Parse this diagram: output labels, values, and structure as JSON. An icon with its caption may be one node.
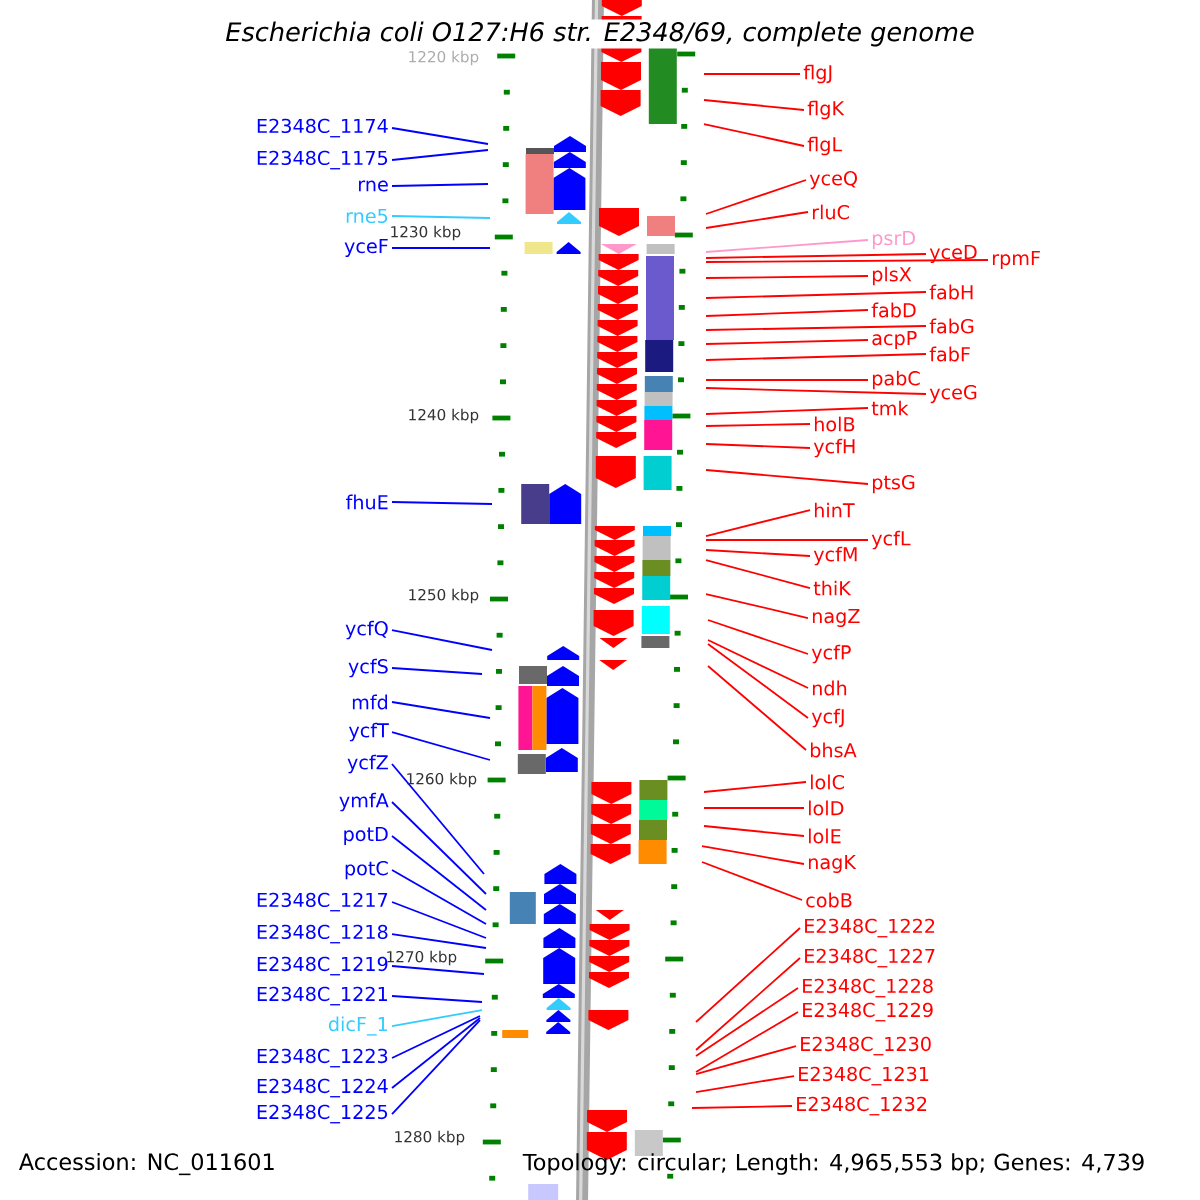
{
  "diagram": {
    "title": "Escherichia coli O127:H6 str. E2348/69, complete genome",
    "nodes": [
      {
        "text": [
          "E2348C_1174"
        ]
      },
      {
        "text": [
          "E2348C_1175"
        ]
      },
      {
        "text": [
          "rne"
        ]
      },
      {
        "text": [
          "rne5"
        ]
      },
      {
        "text": [
          "yceF"
        ]
      },
      {
        "text": [
          "fhuE"
        ]
      },
      {
        "text": [
          "ycfQ"
        ]
      },
      {
        "text": [
          "ycfS"
        ]
      },
      {
        "text": [
          "mfd"
        ]
      },
      {
        "text": [
          "ycfT"
        ]
      },
      {
        "text": [
          "ycfZ"
        ]
      },
      {
        "text": [
          "ymfA"
        ]
      },
      {
        "text": [
          "potD"
        ]
      },
      {
        "text": [
          "potC"
        ]
      },
      {
        "text": [
          "E2348C_1217"
        ]
      },
      {
        "text": [
          "E2348C_1218"
        ]
      },
      {
        "text": [
          "E2348C_1219"
        ]
      },
      {
        "text": [
          "E2348C_1221"
        ]
      },
      {
        "text": [
          "dicF_1"
        ]
      },
      {
        "text": [
          "E2348C_1223"
        ]
      },
      {
        "text": [
          "E2348C_1224"
        ]
      },
      {
        "text": [
          "E2348C_1225"
        ]
      },
      {
        "text": [
          "flgJ"
        ]
      },
      {
        "text": [
          "flgK"
        ]
      },
      {
        "text": [
          "flgL"
        ]
      },
      {
        "text": [
          "yceQ"
        ]
      },
      {
        "text": [
          "rluC"
        ]
      },
      {
        "text": [
          "psrD"
        ]
      },
      {
        "text": [
          "yceD"
        ]
      },
      {
        "text": [
          "rpmF"
        ]
      },
      {
        "text": [
          "plsX"
        ]
      },
      {
        "text": [
          "fabH"
        ]
      },
      {
        "text": [
          "fabD"
        ]
      },
      {
        "text": [
          "fabG"
        ]
      },
      {
        "text": [
          "acpP"
        ]
      },
      {
        "text": [
          "fabF"
        ]
      },
      {
        "text": [
          "pabC"
        ]
      },
      {
        "text": [
          "yceG"
        ]
      },
      {
        "text": [
          "tmk"
        ]
      },
      {
        "text": [
          "holB"
        ]
      },
      {
        "text": [
          "ycfH"
        ]
      },
      {
        "text": [
          "ptsG"
        ]
      },
      {
        "text": [
          "hinT"
        ]
      },
      {
        "text": [
          "ycfL"
        ]
      },
      {
        "text": [
          "ycfM"
        ]
      },
      {
        "text": [
          "thiK"
        ]
      },
      {
        "text": [
          "nagZ"
        ]
      },
      {
        "text": [
          "ycfP"
        ]
      },
      {
        "text": [
          "ndh"
        ]
      },
      {
        "text": [
          "ycfJ"
        ]
      },
      {
        "text": [
          "bhsA"
        ]
      },
      {
        "text": [
          "lolC"
        ]
      },
      {
        "text": [
          "lolD"
        ]
      },
      {
        "text": [
          "lolE"
        ]
      },
      {
        "text": [
          "nagK"
        ]
      },
      {
        "text": [
          "cobB"
        ]
      },
      {
        "text": [
          "E2348C_1222"
        ]
      },
      {
        "text": [
          "E2348C_1227"
        ]
      },
      {
        "text": [
          "E2348C_1228"
        ]
      },
      {
        "text": [
          "E2348C_1229"
        ]
      },
      {
        "text": [
          "E2348C_1230"
        ]
      },
      {
        "text": [
          "E2348C_1231"
        ]
      },
      {
        "text": [
          "E2348C_1232"
        ]
      }
    ],
    "edges": [
      {
        "from": 0,
        "to": null,
        "arrow": "none",
        "color": "#0000ff"
      },
      {
        "from": 1,
        "to": null,
        "arrow": "none",
        "color": "#0000ff"
      },
      {
        "from": 2,
        "to": null,
        "arrow": "none",
        "color": "#0000ff"
      },
      {
        "from": 3,
        "to": null,
        "arrow": "none",
        "color": "#33ccff"
      },
      {
        "from": 4,
        "to": null,
        "arrow": "none",
        "color": "#0000ff"
      },
      {
        "from": 5,
        "to": null,
        "arrow": "none",
        "color": "#0000ff"
      },
      {
        "from": 6,
        "to": null,
        "arrow": "none",
        "color": "#0000ff"
      },
      {
        "from": 7,
        "to": null,
        "arrow": "none",
        "color": "#0000ff"
      },
      {
        "from": 8,
        "to": null,
        "arrow": "none",
        "color": "#0000ff"
      },
      {
        "from": 9,
        "to": null,
        "arrow": "none",
        "color": "#0000ff"
      },
      {
        "from": 10,
        "to": null,
        "arrow": "none",
        "color": "#0000ff"
      },
      {
        "from": 11,
        "to": null,
        "arrow": "none",
        "color": "#0000ff"
      },
      {
        "from": 12,
        "to": null,
        "arrow": "none",
        "color": "#0000ff"
      },
      {
        "from": 13,
        "to": null,
        "arrow": "none",
        "color": "#0000ff"
      },
      {
        "from": 14,
        "to": null,
        "arrow": "none",
        "color": "#0000ff"
      },
      {
        "from": 15,
        "to": null,
        "arrow": "none",
        "color": "#0000ff"
      },
      {
        "from": 16,
        "to": null,
        "arrow": "none",
        "color": "#0000ff"
      },
      {
        "from": 17,
        "to": null,
        "arrow": "none",
        "color": "#0000ff"
      },
      {
        "from": 18,
        "to": null,
        "arrow": "none",
        "color": "#33ccff"
      },
      {
        "from": 19,
        "to": null,
        "arrow": "none",
        "color": "#0000ff"
      },
      {
        "from": 20,
        "to": null,
        "arrow": "none",
        "color": "#0000ff"
      },
      {
        "from": 21,
        "to": null,
        "arrow": "none",
        "color": "#0000ff"
      },
      {
        "from": 22,
        "to": null,
        "arrow": "none"
      },
      {
        "from": 23,
        "to": null,
        "arrow": "none"
      },
      {
        "from": 24,
        "to": null,
        "arrow": "none"
      },
      {
        "from": 25,
        "to": null,
        "arrow": "none"
      },
      {
        "from": 26,
        "to": null,
        "arrow": "none"
      },
      {
        "from": 27,
        "to": null,
        "arrow": "none",
        "color": "#ff99cc"
      },
      {
        "from": 28,
        "to": null,
        "arrow": "none"
      },
      {
        "from": 29,
        "to": null,
        "arrow": "none"
      },
      {
        "from": 30,
        "to": null,
        "arrow": "none"
      },
      {
        "from": 31,
        "to": null,
        "arrow": "none"
      },
      {
        "from": 32,
        "to": null,
        "arrow": "none"
      },
      {
        "from": 33,
        "to": null,
        "arrow": "none"
      },
      {
        "from": 34,
        "to": null,
        "arrow": "none"
      },
      {
        "from": 35,
        "to": null,
        "arrow": "none"
      },
      {
        "from": 36,
        "to": null,
        "arrow": "none"
      },
      {
        "from": 37,
        "to": null,
        "arrow": "none"
      },
      {
        "from": 38,
        "to": null,
        "arrow": "none"
      },
      {
        "from": 39,
        "to": null,
        "arrow": "none"
      },
      {
        "from": 40,
        "to": null,
        "arrow": "none"
      },
      {
        "from": 41,
        "to": null,
        "arrow": "none"
      },
      {
        "from": 42,
        "to": null,
        "arrow": "none"
      },
      {
        "from": 43,
        "to": null,
        "arrow": "none"
      },
      {
        "from": 44,
        "to": null,
        "arrow": "none"
      },
      {
        "from": 45,
        "to": null,
        "arrow": "none"
      },
      {
        "from": 46,
        "to": null,
        "arrow": "none"
      },
      {
        "from": 47,
        "to": null,
        "arrow": "none"
      },
      {
        "from": 48,
        "to": null,
        "arrow": "none"
      },
      {
        "from": 49,
        "to": null,
        "arrow": "none"
      },
      {
        "from": 50,
        "to": null,
        "arrow": "none"
      },
      {
        "from": 51,
        "to": null,
        "arrow": "none"
      },
      {
        "from": 52,
        "to": null,
        "arrow": "none"
      },
      {
        "from": 53,
        "to": null,
        "arrow": "none"
      },
      {
        "from": 54,
        "to": null,
        "arrow": "none"
      },
      {
        "from": 55,
        "to": null,
        "arrow": "none"
      },
      {
        "from": 56,
        "to": null,
        "arrow": "none"
      },
      {
        "from": 57,
        "to": null,
        "arrow": "none"
      },
      {
        "from": 58,
        "to": null,
        "arrow": "none"
      },
      {
        "from": 59,
        "to": null,
        "arrow": "none"
      },
      {
        "from": 60,
        "to": null,
        "arrow": "none"
      },
      {
        "from": 61,
        "to": null,
        "arrow": "none"
      },
      {
        "from": 62,
        "to": null,
        "arrow": "none"
      }
    ],
    "labels": [
      "1220 kbp",
      "1230 kbp",
      "1240 kbp",
      "1250 kbp",
      "1260 kbp",
      "1270 kbp",
      "1280 kbp",
      "Accession: NC_011601",
      "Topology: circular; Length: 4,965,553 bp; Genes: 4,739"
    ]
  }
}
